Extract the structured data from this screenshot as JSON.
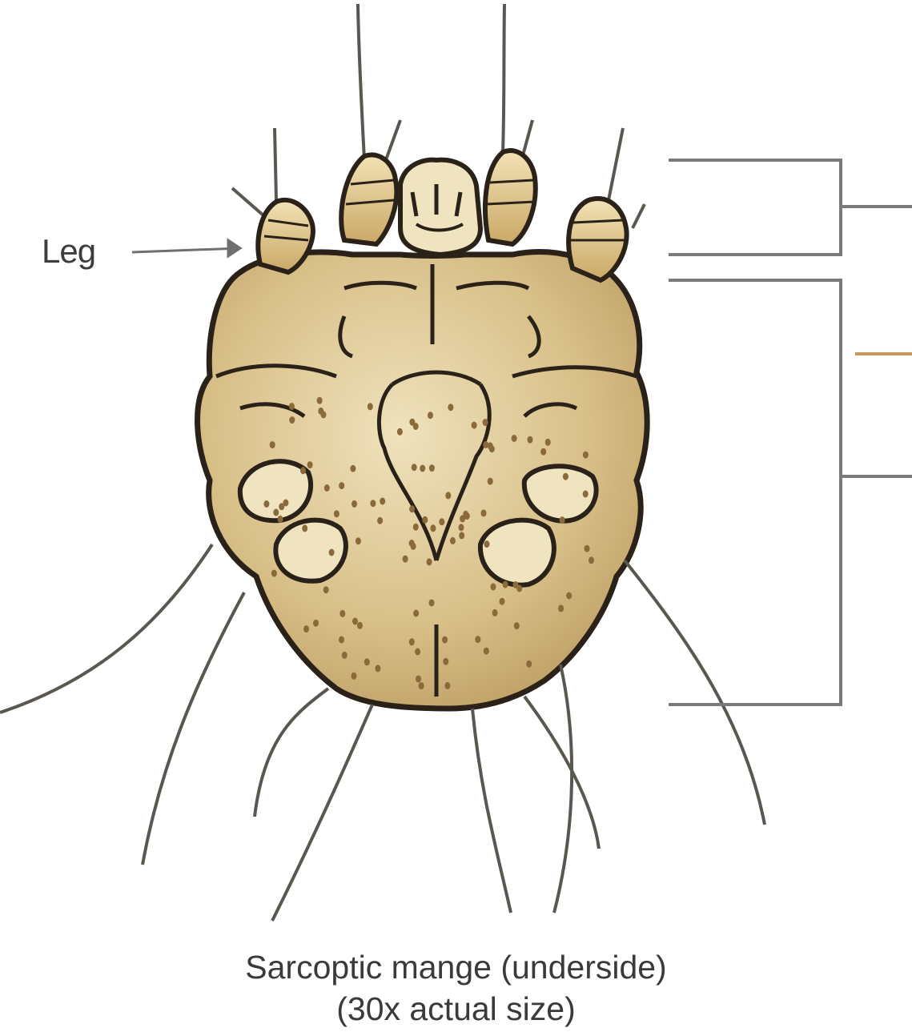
{
  "labels": {
    "leg": "Leg"
  },
  "caption": {
    "line1": "Sarcoptic mange (underside)",
    "line2": "(30x actual size)"
  },
  "colors": {
    "body_fill": "#d9c08a",
    "body_light": "#efe3c0",
    "outline": "#2a2218",
    "bristle": "#5a5650",
    "bracket": "#7a7a7a",
    "accent_line": "#c59a5a",
    "dots": "#8a6a3a"
  }
}
